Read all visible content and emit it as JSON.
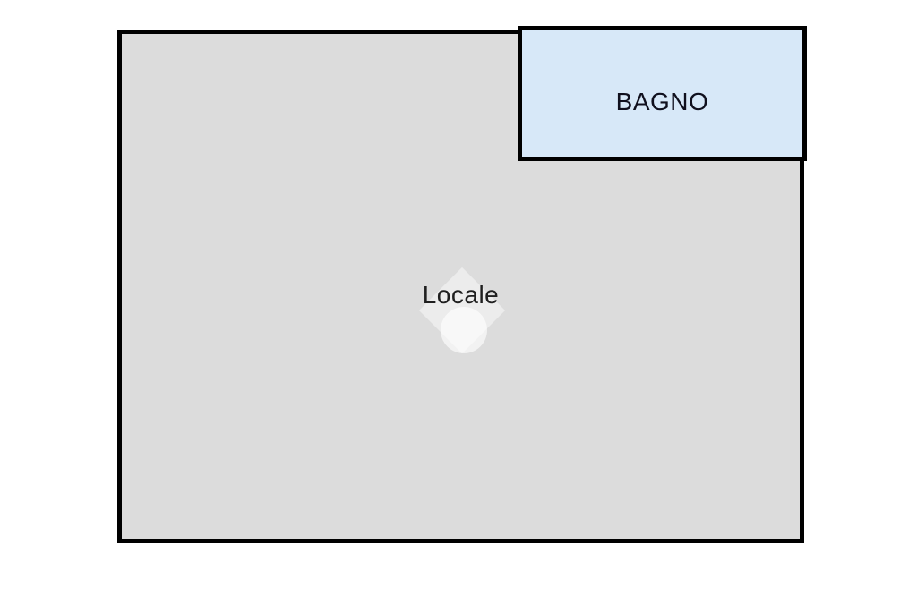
{
  "floorplan": {
    "page_background": "#ffffff",
    "outline_color": "#000000",
    "rooms": [
      {
        "id": "locale",
        "label": "Locale",
        "fill": "#dcdcdc",
        "border": "#000000",
        "label_color": "#1f1f1f"
      },
      {
        "id": "bagno",
        "label": "BAGNO",
        "fill": "#d7e8f8",
        "border": "#000000",
        "label_color": "#10101e"
      }
    ],
    "watermark": {
      "icon": "diamond-circle-watermark-icon",
      "color": "rgba(255,255,255,0.5)"
    }
  }
}
